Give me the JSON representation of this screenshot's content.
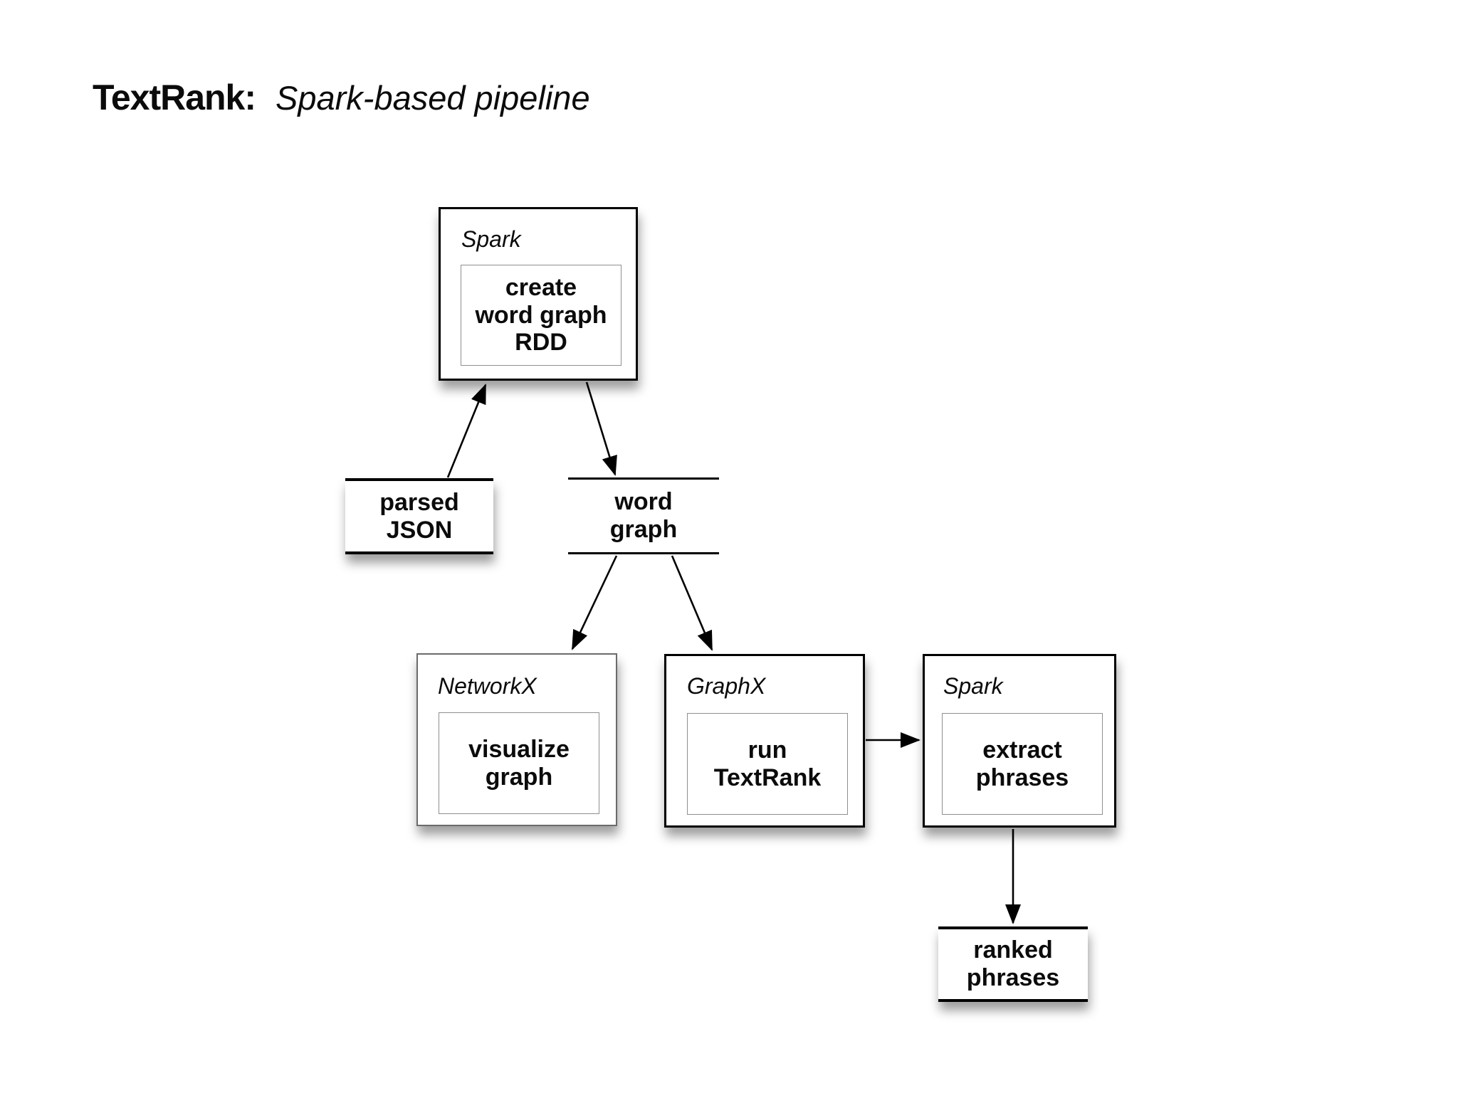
{
  "title": {
    "main": "TextRank:",
    "subtitle": "Spark-based pipeline"
  },
  "nodes": {
    "spark_create": {
      "framework": "Spark",
      "task": "create\nword graph\nRDD"
    },
    "parsed_json": {
      "label": "parsed\nJSON"
    },
    "word_graph": {
      "label": "word\ngraph"
    },
    "networkx_visualize": {
      "framework": "NetworkX",
      "task": "visualize\ngraph"
    },
    "graphx_textrank": {
      "framework": "GraphX",
      "task": "run\nTextRank"
    },
    "spark_extract": {
      "framework": "Spark",
      "task": "extract\nphrases"
    },
    "ranked_phrases": {
      "label": "ranked\nphrases"
    }
  },
  "edges": [
    {
      "from": "parsed_json",
      "to": "spark_create"
    },
    {
      "from": "spark_create",
      "to": "word_graph"
    },
    {
      "from": "word_graph",
      "to": "networkx_visualize"
    },
    {
      "from": "word_graph",
      "to": "graphx_textrank"
    },
    {
      "from": "graphx_textrank",
      "to": "spark_extract"
    },
    {
      "from": "spark_extract",
      "to": "ranked_phrases"
    }
  ],
  "colors": {
    "box_border": "#000000",
    "secondary_border": "#6b6b6b",
    "inner_border": "#8f8f8f",
    "background": "#ffffff",
    "text": "#0b0b0b"
  }
}
